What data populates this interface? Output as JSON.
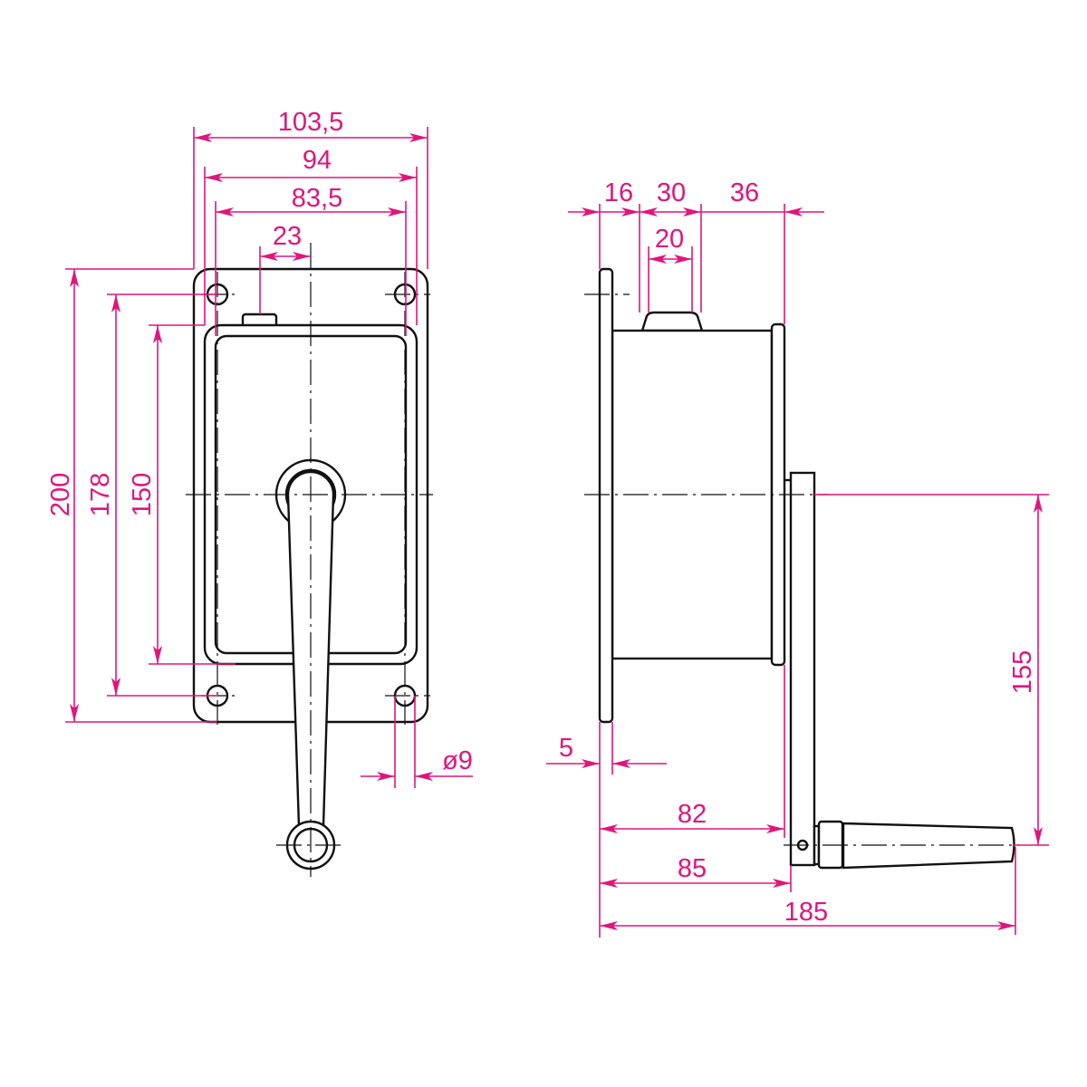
{
  "colors": {
    "dimension": "#e0157c",
    "outline": "#111111"
  },
  "front_view": {
    "dims": {
      "width_total": "103,5",
      "width_94": "94",
      "width_83": "83,5",
      "offset_23": "23",
      "height_200": "200",
      "height_178": "178",
      "height_150": "150",
      "hole_dia": "ø9"
    }
  },
  "side_view": {
    "dims": {
      "d16": "16",
      "d30": "30",
      "d36": "36",
      "d20": "20",
      "d5": "5",
      "d82": "82",
      "d85": "85",
      "d185": "185",
      "d155": "155"
    }
  }
}
